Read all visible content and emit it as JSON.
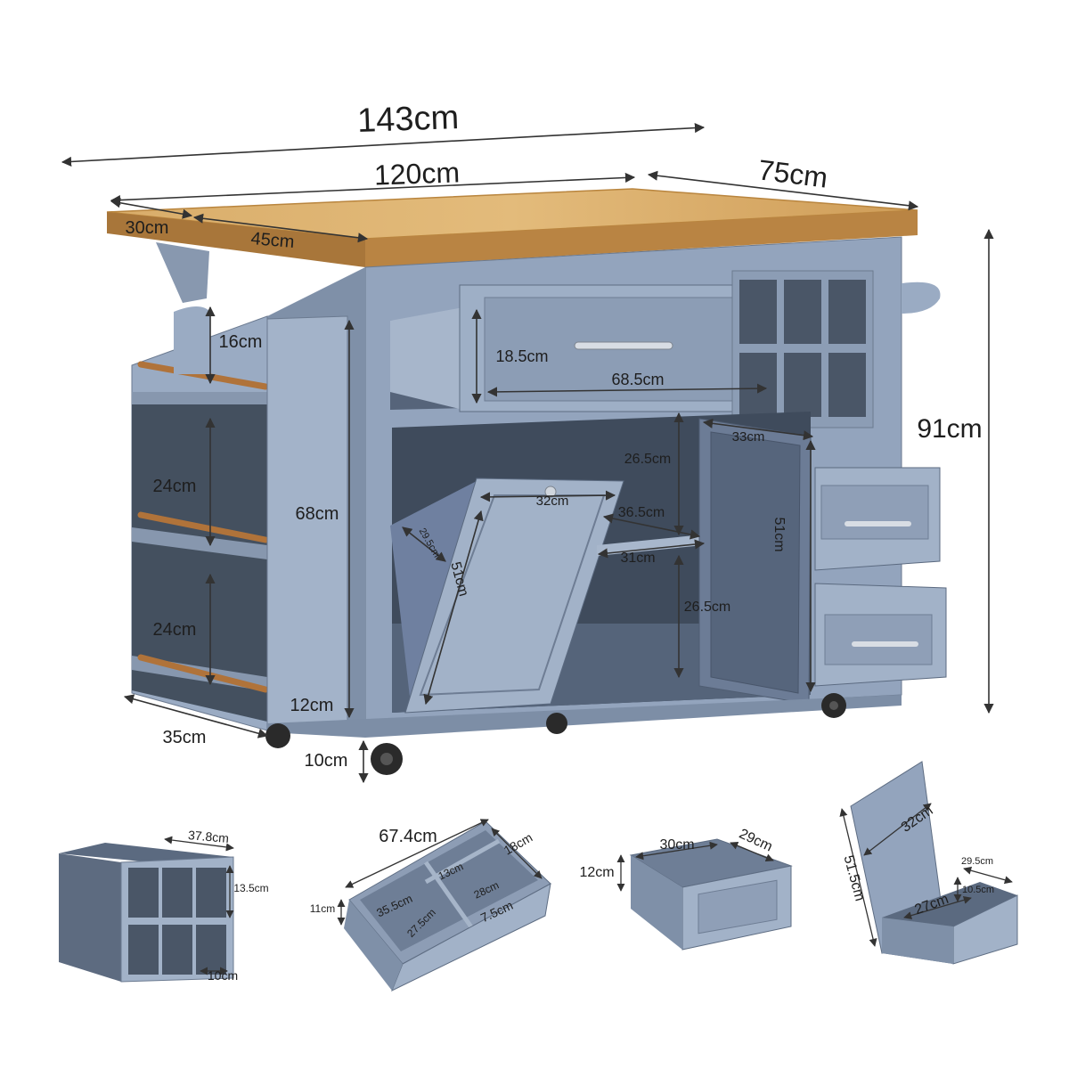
{
  "colors": {
    "cabinet": "#93a4bd",
    "cabinet_dark": "#5f6f86",
    "cabinet_shadow": "#3f4b5c",
    "wood": "#d7a862",
    "wood_edge": "#b9853e",
    "dim_line": "#333333"
  },
  "main": {
    "overall_width": "143cm",
    "top_width": "120cm",
    "depth": "75cm",
    "flap_width": "30cm",
    "flap_side": "45cm",
    "height": "91cm",
    "side_shelf_top": "16cm",
    "side_shelf_mid": "24cm",
    "side_shelf_low": "24cm",
    "side_panel_height": "68cm",
    "side_base": "12cm",
    "side_depth": "35cm",
    "wheel_height": "10cm",
    "drawer_height": "18.5cm",
    "drawer_width": "68.5cm",
    "door_width": "33cm",
    "door_height": "51cm",
    "shelf_upper": "26.5cm",
    "shelf_lower": "26.5cm",
    "shelf_depth": "36.5cm",
    "shelf_width": "31cm",
    "bin_top": "32cm",
    "bin_side": "29.5cm",
    "bin_height": "51cm"
  },
  "details": {
    "wine_rack": {
      "width": "37.8cm",
      "height": "13.5cm",
      "slot": "10cm"
    },
    "large_drawer": {
      "length": "67.4cm",
      "width": "18cm",
      "height": "11cm",
      "inner_a": "35.5cm",
      "inner_b": "13cm",
      "inner_c": "28cm",
      "inner_d": "27.5cm",
      "inner_e": "7.5cm"
    },
    "small_drawer": {
      "width": "30cm",
      "depth": "29cm",
      "height": "12cm"
    },
    "trash_bin": {
      "width": "32cm",
      "height": "51.5cm",
      "depth": "27cm",
      "side": "29.5cm",
      "side_h": "10.5cm"
    }
  }
}
